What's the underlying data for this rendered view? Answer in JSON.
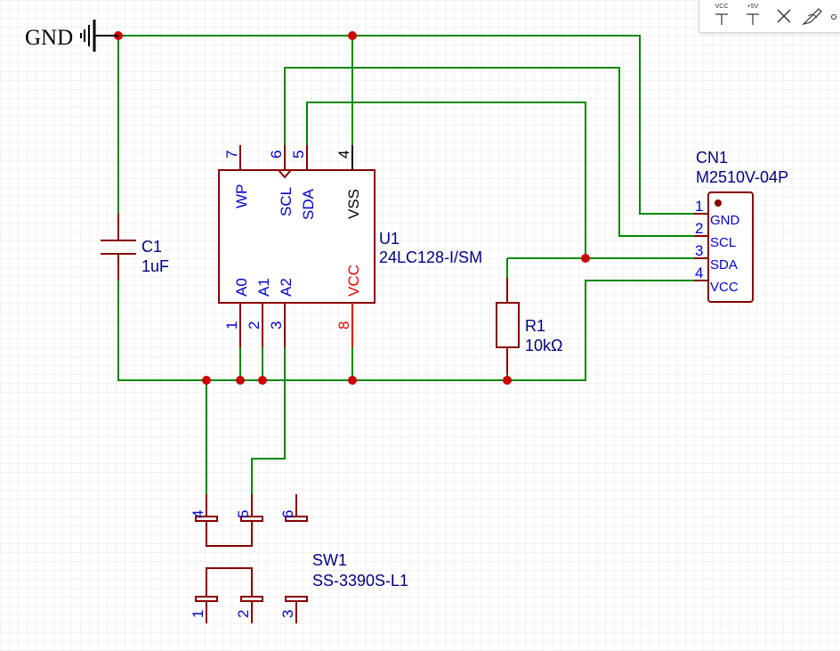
{
  "toolbar": {
    "vcc_label": "VCC",
    "plus5v_label": "+5V"
  },
  "gnd": {
    "label": "GND"
  },
  "u1": {
    "ref": "U1",
    "value": "24LC128-I/SM",
    "pins": {
      "wp": "WP",
      "scl": "SCL",
      "sda": "SDA",
      "vss": "VSS",
      "a0": "A0",
      "a1": "A1",
      "a2": "A2",
      "vcc": "VCC"
    },
    "pin_numbers": {
      "p7": "7",
      "p6": "6",
      "p5": "5",
      "p4": "4",
      "p1": "1",
      "p2": "2",
      "p3": "3",
      "p8": "8"
    }
  },
  "c1": {
    "ref": "C1",
    "value": "1uF"
  },
  "r1": {
    "ref": "R1",
    "value": "10kΩ"
  },
  "cn1": {
    "ref": "CN1",
    "value": "M2510V-04P",
    "pins": {
      "gnd": "GND",
      "scl": "SCL",
      "sda": "SDA",
      "vcc": "VCC"
    },
    "pin_numbers": {
      "p1": "1",
      "p2": "2",
      "p3": "3",
      "p4": "4"
    }
  },
  "sw1": {
    "ref": "SW1",
    "value": "SS-3390S-L1",
    "pin_numbers": {
      "p1": "1",
      "p2": "2",
      "p3": "3",
      "p4": "4",
      "p5": "5",
      "p6": "6"
    }
  },
  "colors": {
    "wire": "#008800",
    "body": "#880000",
    "junction": "#cc0000",
    "pin_text": "#0000cc",
    "ref_text": "#000080",
    "vcc_text": "#ee0000",
    "grid": "#e6e6e6"
  }
}
